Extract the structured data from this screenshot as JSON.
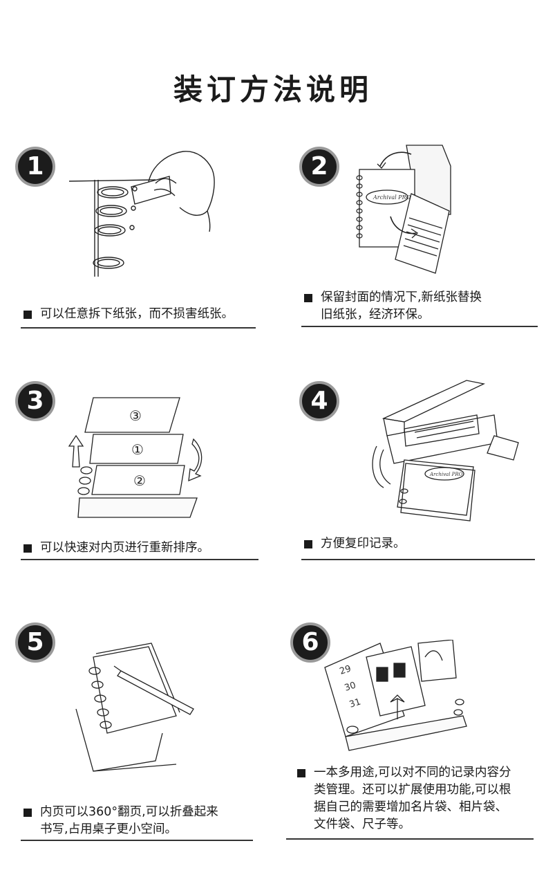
{
  "title": "装订方法说明",
  "steps": [
    {
      "number": "1",
      "caption": "可以任意拆下纸张，而不损害纸张。"
    },
    {
      "number": "2",
      "caption": "保留封面的情况下,新纸张替换\n旧纸张，经济环保。",
      "cover_label": "Archival PRO"
    },
    {
      "number": "3",
      "caption": "可以快速对内页进行重新排序。",
      "page_marks": [
        "③",
        "①",
        "②"
      ]
    },
    {
      "number": "4",
      "caption": "方便复印记录。",
      "cover_label": "Archival PRO"
    },
    {
      "number": "5",
      "caption": "内页可以360°翻页,可以折叠起来\n书写,占用桌子更小空间。"
    },
    {
      "number": "6",
      "caption": "一本多用途,可以对不同的记录内容分\n类管理。还可以扩展使用功能,可以根\n据自己的需要增加名片袋、相片袋、\n文件袋、尺子等。",
      "calendar_digits": [
        "29",
        "30",
        "31"
      ]
    }
  ]
}
